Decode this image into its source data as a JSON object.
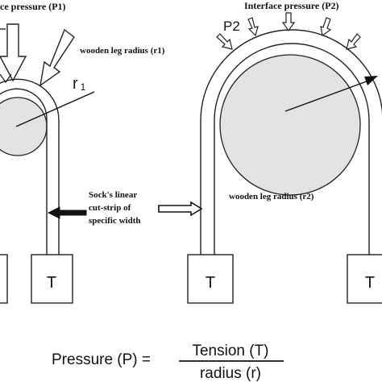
{
  "left": {
    "pressure_label": "ce pressure (P1)",
    "leg_label": "wooden leg radius (r1)",
    "radius_label": "r",
    "radius_subscript": "1",
    "weight_label": "T"
  },
  "right": {
    "pressure_label": "Interface pressure (P2)",
    "p2_label": "P2",
    "leg_label": "wooden leg radius (r2)",
    "weight_left_label": "T",
    "weight_right_label": "T"
  },
  "center": {
    "strip_line1": "Sock's linear",
    "strip_line2": "cut-strip of",
    "strip_line3": "specific width"
  },
  "formula": {
    "lhs": "Pressure (P) =",
    "numerator": "Tension (T)",
    "denominator": "radius (r)"
  }
}
